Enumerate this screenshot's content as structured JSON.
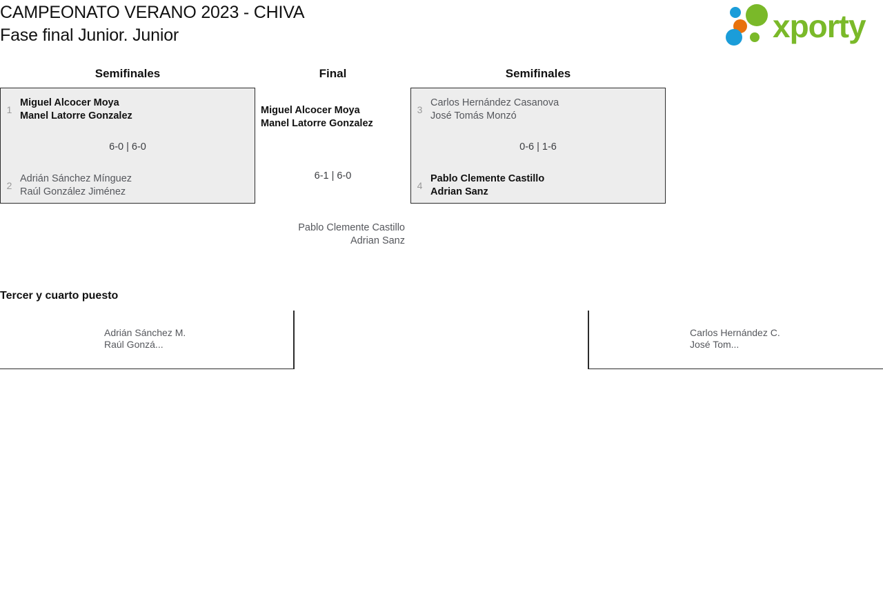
{
  "header": {
    "title_line1": "CAMPEONATO VERANO 2023 - CHIVA",
    "title_line2": "Fase final Junior. Junior",
    "logo_text": "xporty",
    "logo_colors": {
      "green": "#7ab929",
      "orange": "#e8720c",
      "blue": "#1b9dd9"
    }
  },
  "rounds": {
    "semifinal_left_label": "Semifinales",
    "final_label": "Final",
    "semifinal_right_label": "Semifinales"
  },
  "matches": {
    "semifinal_left": {
      "team1": {
        "seed": "1",
        "player1": "Miguel Alcocer Moya",
        "player2": "Manel Latorre Gonzalez",
        "result": "winner"
      },
      "team2": {
        "seed": "2",
        "player1": "Adrián Sánchez Mínguez",
        "player2": "Raúl González Jiménez",
        "result": "loser"
      },
      "score": "6-0 | 6-0"
    },
    "semifinal_right": {
      "team1": {
        "seed": "3",
        "player1": "Carlos Hernández Casanova",
        "player2": "José Tomás Monzó",
        "result": "loser"
      },
      "team2": {
        "seed": "4",
        "player1": "Pablo Clemente Castillo",
        "player2": "Adrian Sanz",
        "result": "winner"
      },
      "score": "0-6 | 1-6"
    },
    "final": {
      "team1": {
        "player1": "Miguel Alcocer Moya",
        "player2": "Manel Latorre Gonzalez",
        "result": "winner"
      },
      "team2": {
        "player1": "Pablo Clemente Castillo",
        "player2": "Adrian Sanz",
        "result": "loser"
      },
      "score": "6-1 | 6-0"
    }
  },
  "third_place": {
    "heading": "Tercer y cuarto puesto",
    "team_left": {
      "player1": "Adrián Sánchez M.",
      "player2": "Raúl Gonzá..."
    },
    "team_right": {
      "player1": "Carlos Hernández C.",
      "player2": "José Tom..."
    }
  }
}
